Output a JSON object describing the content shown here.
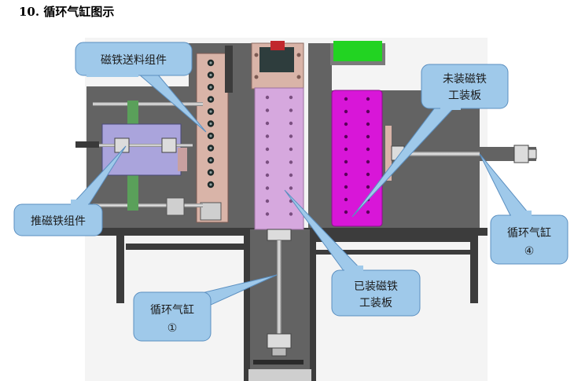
{
  "caption": "10. 循环气缸图示",
  "callouts": {
    "magnet_feeder": "磁铁送料组件",
    "push_magnet": "推磁铁组件",
    "unloaded_plate_l1": "未装磁铁",
    "unloaded_plate_l2": "工装板",
    "loaded_plate_l1": "已装磁铁",
    "loaded_plate_l2": "工装板",
    "cylinder1_l1": "循环气缸",
    "cylinder1_l2": "①",
    "cylinder4_l1": "循环气缸",
    "cylinder4_l2": "④"
  },
  "colors": {
    "base_plate": "#636363",
    "frame_dark": "#3c3c3c",
    "loaded_plate": "#d6a8de",
    "unloaded_plate": "#d816d8",
    "feeder_bar": "#d9b4a8",
    "pusher": "#aaa4dc",
    "green_block": "#22d322",
    "callout_fill": "#9fc9ea",
    "callout_stroke": "#5b8fc0"
  }
}
